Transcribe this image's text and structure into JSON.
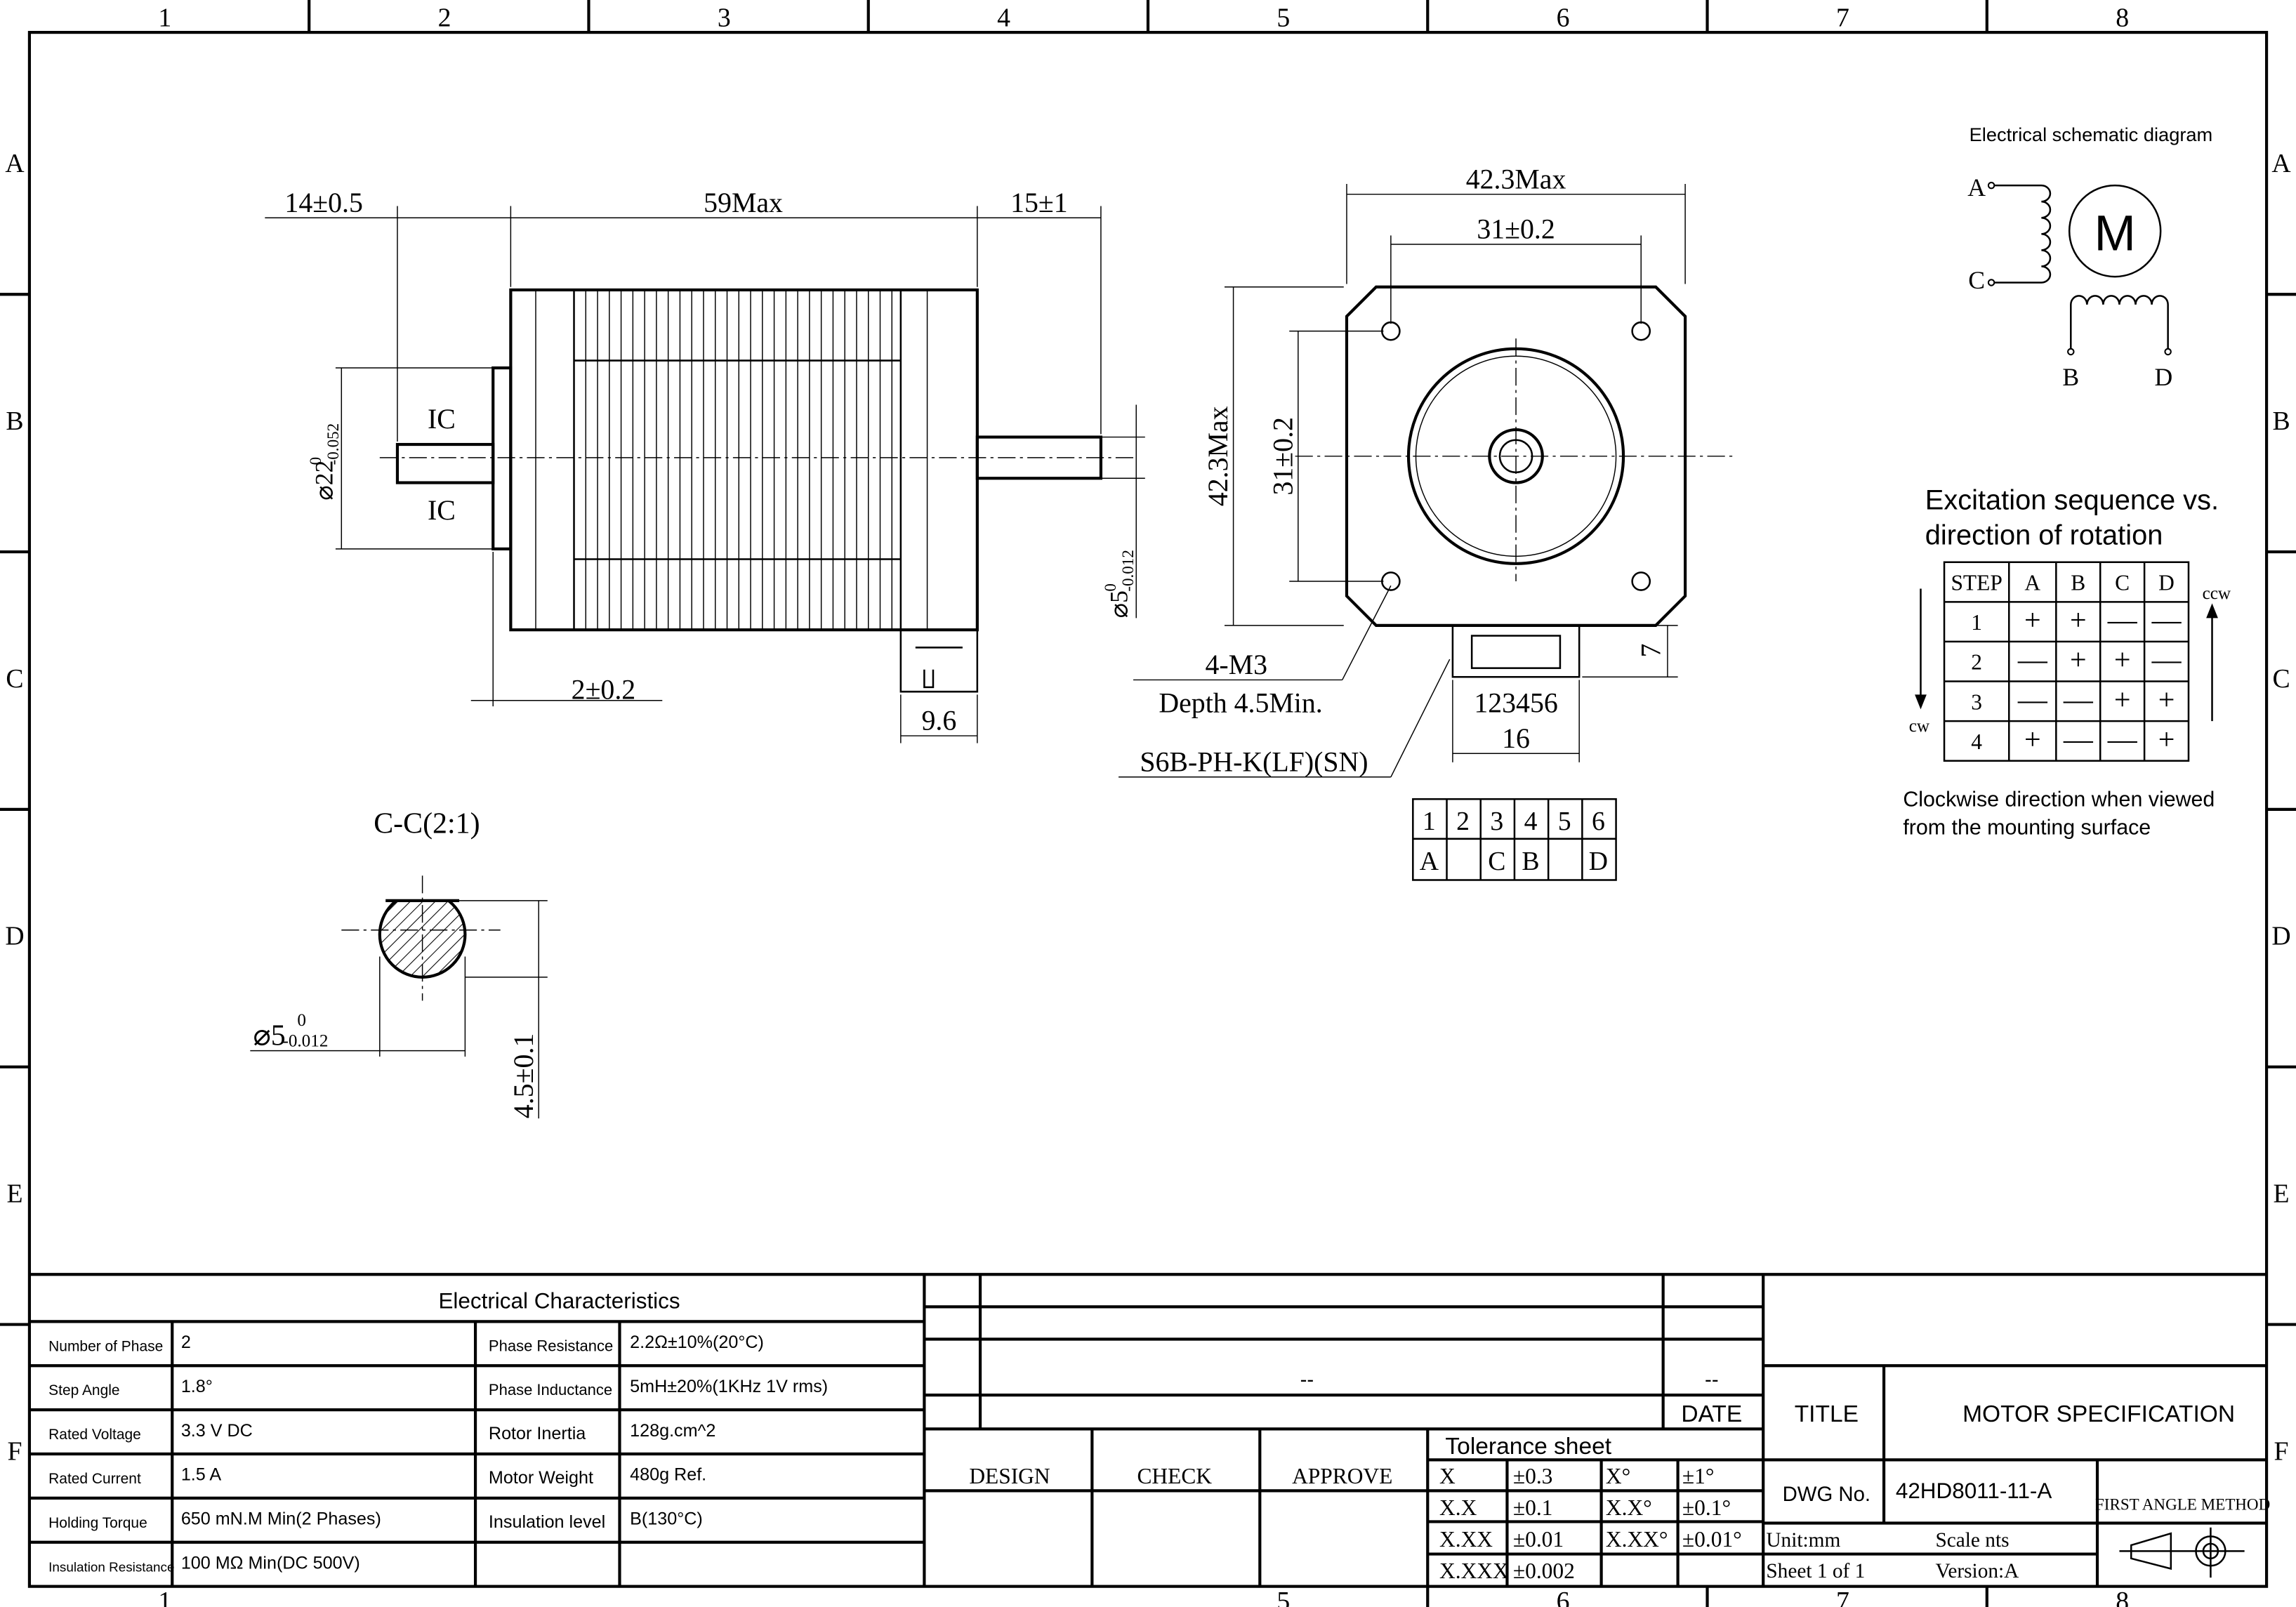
{
  "frame": {
    "columns": [
      "1",
      "2",
      "3",
      "4",
      "5",
      "6",
      "7",
      "8"
    ],
    "rows": [
      "A",
      "B",
      "C",
      "D",
      "E",
      "F"
    ]
  },
  "side_view": {
    "dim_front_shaft": "14±0.5",
    "dim_body_length": "59Max",
    "dim_rear_shaft": "15±1",
    "dim_boss": "2±0.2",
    "dim_connector": "9.6",
    "section_mark_top": "IC",
    "section_mark_bottom": "IC",
    "boss_dia": "⌀22",
    "boss_tol_upper": "0",
    "boss_tol_lower": "-0.052",
    "shaft_dia": "⌀5",
    "shaft_tol_upper": "0",
    "shaft_tol_lower": "-0.012"
  },
  "front_view": {
    "dim_width_max": "42.3Max",
    "dim_hole_pitch": "31±0.2",
    "dim_height_max": "42.3Max",
    "dim_hole_pitch_v": "31±0.2",
    "dim_connector_height": "7",
    "pin_numbers": "123456",
    "dim_connector_width": "16",
    "holes": "4-M3",
    "hole_depth": "Depth 4.5Min.",
    "connector_part": "S6B-PH-K(LF)(SN)"
  },
  "pin_table": {
    "pins": [
      "1",
      "2",
      "3",
      "4",
      "5",
      "6"
    ],
    "signals": [
      "A",
      "",
      "C",
      "B",
      "",
      "D"
    ]
  },
  "section": {
    "title": "C-C(2:1)",
    "dia": "⌀5",
    "tol_upper": "0",
    "tol_lower": "-0.012",
    "flat_dim": "4.5±0.1"
  },
  "schematic": {
    "title": "Electrical schematic diagram",
    "motor_label": "M",
    "terminals": [
      "A",
      "C",
      "B",
      "D"
    ]
  },
  "excitation": {
    "title_line1": "Excitation sequence vs.",
    "title_line2": "direction of rotation",
    "headers": [
      "STEP",
      "A",
      "B",
      "C",
      "D"
    ],
    "rows": [
      [
        "1",
        "+",
        "+",
        "—",
        "—"
      ],
      [
        "2",
        "—",
        "+",
        "+",
        "—"
      ],
      [
        "3",
        "—",
        "—",
        "+",
        "+"
      ],
      [
        "4",
        "+",
        "—",
        "—",
        "+"
      ]
    ],
    "ccw_label": "ccw",
    "cw_label": "cw",
    "note_line1": "Clockwise direction when viewed",
    "note_line2": "from the mounting surface"
  },
  "electrical": {
    "title": "Electrical Characteristics",
    "rows": [
      [
        "Number of Phase",
        "2",
        "Phase Resistance",
        "2.2Ω±10%(20°C)"
      ],
      [
        "Step Angle",
        "1.8°",
        "Phase Inductance",
        "5mH±20%(1KHz 1V rms)"
      ],
      [
        "Rated Voltage",
        "3.3 V DC",
        "Rotor Inertia",
        "128g.cm^2"
      ],
      [
        "Rated Current",
        "1.5 A",
        "Motor Weight",
        "480g Ref."
      ],
      [
        "Holding Torque",
        "650 mN.M Min(2 Phases)",
        "Insulation level",
        "B(130°C)"
      ],
      [
        "Insulation Resistance",
        "100 MΩ Min(DC 500V)",
        "",
        ""
      ]
    ]
  },
  "revision": {
    "rev_value": "--",
    "date_value": "--",
    "date_label": "DATE",
    "design": "DESIGN",
    "check": "CHECK",
    "approve": "APPROVE"
  },
  "tolerance": {
    "title": "Tolerance sheet",
    "rows": [
      [
        "X",
        "±0.3",
        "X°",
        "±1°"
      ],
      [
        "X.X",
        "±0.1",
        "X.X°",
        "±0.1°"
      ],
      [
        "X.XX",
        "±0.01",
        "X.XX°",
        "±0.01°"
      ],
      [
        "X.XXX",
        "±0.002",
        "",
        ""
      ]
    ]
  },
  "title_block": {
    "title_label": "TITLE",
    "title": "MOTOR SPECIFICATION",
    "dwg_label": "DWG No.",
    "dwg_no": "42HD8011-11-A",
    "projection": "FIRST ANGLE METHOD",
    "unit": "Unit:mm",
    "scale": "Scale nts",
    "sheet": "Sheet 1 of 1",
    "version": "Version:A"
  }
}
